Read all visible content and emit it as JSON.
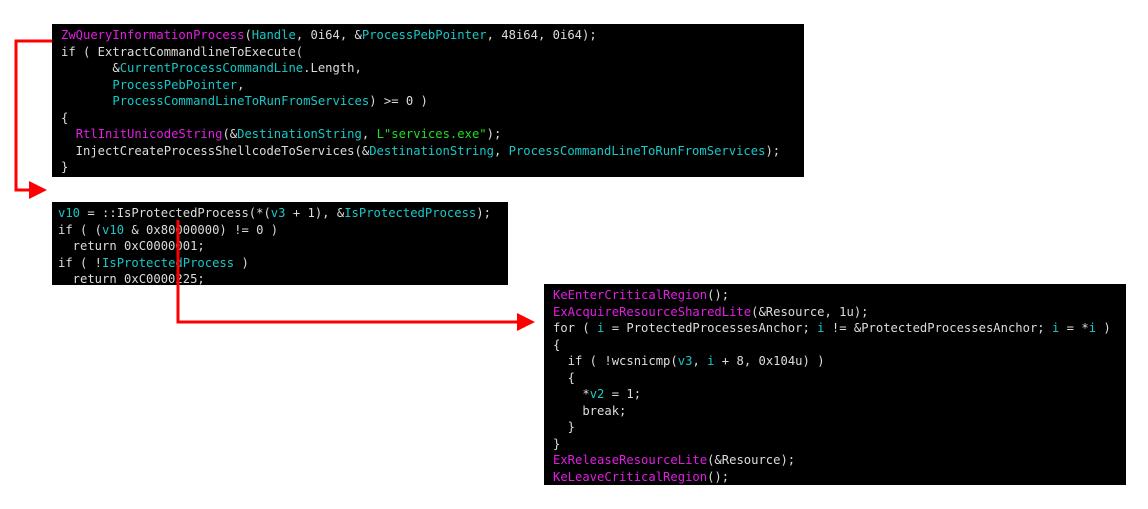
{
  "colors": {
    "function": "#e21ee2",
    "variable": "#18c8c8",
    "string": "#22dd22",
    "text": "#dcdcdc",
    "arrow": "#ff0000",
    "background": "#000000"
  },
  "snippets": [
    {
      "name": "inject-snippet",
      "lines": [
        [
          [
            "fn",
            "ZwQueryInformationProcess"
          ],
          [
            "txt",
            "("
          ],
          [
            "var",
            "Handle"
          ],
          [
            "txt",
            ", 0i64, &"
          ],
          [
            "var",
            "ProcessPebPointer"
          ],
          [
            "txt",
            ", 48i64, 0i64);"
          ]
        ],
        [
          [
            "txt",
            "if ( ExtractCommandlineToExecute("
          ]
        ],
        [
          [
            "txt",
            "       &"
          ],
          [
            "var",
            "CurrentProcessCommandLine"
          ],
          [
            "txt",
            ".Length,"
          ]
        ],
        [
          [
            "txt",
            "       "
          ],
          [
            "var",
            "ProcessPebPointer"
          ],
          [
            "txt",
            ","
          ]
        ],
        [
          [
            "txt",
            "       "
          ],
          [
            "var",
            "ProcessCommandLineToRunFromServices"
          ],
          [
            "txt",
            ") >= 0 )"
          ]
        ],
        [
          [
            "txt",
            "{"
          ]
        ],
        [
          [
            "txt",
            "  "
          ],
          [
            "fn",
            "RtlInitUnicodeString"
          ],
          [
            "txt",
            "(&"
          ],
          [
            "var",
            "DestinationString"
          ],
          [
            "txt",
            ", "
          ],
          [
            "str",
            "L\"services.exe\""
          ],
          [
            "txt",
            ");"
          ]
        ],
        [
          [
            "txt",
            "  InjectCreateProcessShellcodeToServices(&"
          ],
          [
            "var",
            "DestinationString"
          ],
          [
            "txt",
            ", "
          ],
          [
            "var",
            "ProcessCommandLineToRunFromServices"
          ],
          [
            "txt",
            ");"
          ]
        ],
        [
          [
            "txt",
            "}"
          ]
        ]
      ]
    },
    {
      "name": "is-protected-snippet",
      "lines": [
        [
          [
            "var",
            "v10"
          ],
          [
            "txt",
            " = ::IsProtectedProcess(*("
          ],
          [
            "var",
            "v3"
          ],
          [
            "txt",
            " + 1), &"
          ],
          [
            "var",
            "IsProtectedProcess"
          ],
          [
            "txt",
            ");"
          ]
        ],
        [
          [
            "txt",
            "if ( ("
          ],
          [
            "var",
            "v10"
          ],
          [
            "txt",
            " & 0x80000000) != 0 )"
          ]
        ],
        [
          [
            "txt",
            "  return 0xC0000001;"
          ]
        ],
        [
          [
            "txt",
            "if ( !"
          ],
          [
            "var",
            "IsProtectedProcess"
          ],
          [
            "txt",
            " )"
          ]
        ],
        [
          [
            "txt",
            "  return 0xC0000225;"
          ]
        ]
      ]
    },
    {
      "name": "protected-list-snippet",
      "lines": [
        [
          [
            "fn",
            "KeEnterCriticalRegion"
          ],
          [
            "txt",
            "();"
          ]
        ],
        [
          [
            "fn",
            "ExAcquireResourceSharedLite"
          ],
          [
            "txt",
            "(&Resource, 1u);"
          ]
        ],
        [
          [
            "txt",
            "for ( "
          ],
          [
            "var",
            "i"
          ],
          [
            "txt",
            " = ProtectedProcessesAnchor; "
          ],
          [
            "var",
            "i"
          ],
          [
            "txt",
            " != &ProtectedProcessesAnchor; "
          ],
          [
            "var",
            "i"
          ],
          [
            "txt",
            " = *"
          ],
          [
            "var",
            "i"
          ],
          [
            "txt",
            " )"
          ]
        ],
        [
          [
            "txt",
            "{"
          ]
        ],
        [
          [
            "txt",
            "  if ( !wcsnicmp("
          ],
          [
            "var",
            "v3"
          ],
          [
            "txt",
            ", "
          ],
          [
            "var",
            "i"
          ],
          [
            "txt",
            " + 8, 0x104u) )"
          ]
        ],
        [
          [
            "txt",
            "  {"
          ]
        ],
        [
          [
            "txt",
            "    *"
          ],
          [
            "var",
            "v2"
          ],
          [
            "txt",
            " = 1;"
          ]
        ],
        [
          [
            "txt",
            "    break;"
          ]
        ],
        [
          [
            "txt",
            "  }"
          ]
        ],
        [
          [
            "txt",
            "}"
          ]
        ],
        [
          [
            "fn",
            "ExReleaseResourceLite"
          ],
          [
            "txt",
            "(&Resource);"
          ]
        ],
        [
          [
            "fn",
            "KeLeaveCriticalRegion"
          ],
          [
            "txt",
            "();"
          ]
        ]
      ]
    }
  ]
}
